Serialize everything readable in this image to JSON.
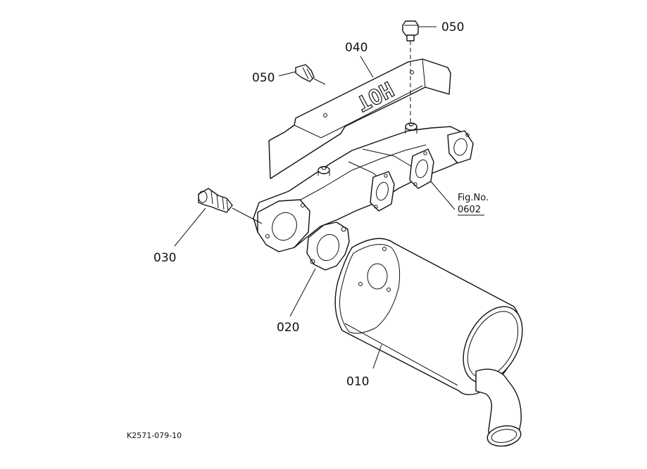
{
  "callouts": {
    "p010": "010",
    "p020": "020",
    "p030": "030",
    "p040": "040",
    "p050_top": "050",
    "p050_left": "050"
  },
  "figure_reference": {
    "label": "Fig.No.",
    "number": "0602"
  },
  "heat_shield_text": "HOT",
  "drawing_number": "K2571-079-10"
}
